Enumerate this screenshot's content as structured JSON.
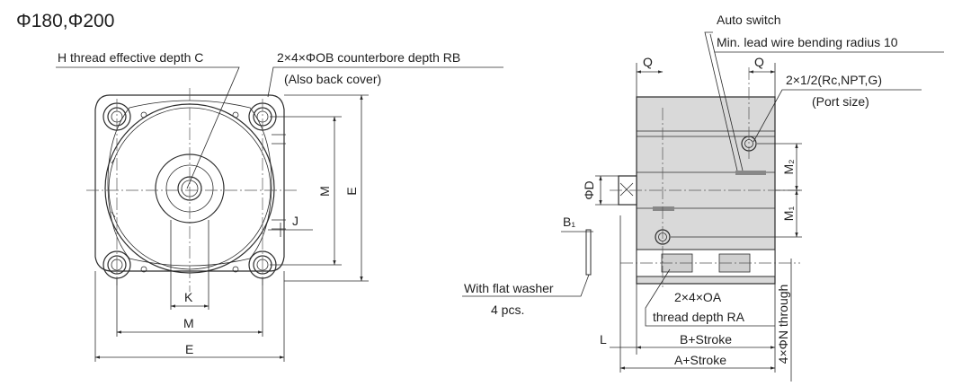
{
  "title": "Φ180,Φ200",
  "front_view": {
    "labels": {
      "h_thread": "H thread effective depth C",
      "counterbore": "2×4×ΦOB counterbore depth RB",
      "back_cover": "(Also back cover)",
      "dim_M_vertical": "M",
      "dim_E_vertical": "E",
      "dim_J": "J",
      "dim_K": "K",
      "dim_M_horizontal": "M",
      "dim_E_horizontal": "E"
    }
  },
  "side_view": {
    "labels": {
      "auto_switch": "Auto switch",
      "lead_wire": "Min. lead wire bending radius 10",
      "dim_Q_left": "Q",
      "dim_Q_right": "Q",
      "port": "2×1/2(Rc,NPT,G)",
      "port_size": "(Port size)",
      "dim_phiD": "ΦD",
      "dim_M2": "M₂",
      "dim_M1": "M₁",
      "dim_B1": "B₁",
      "flat_washer": "With flat washer",
      "washer_count": "4 pcs.",
      "thread_OA": "2×4×OA",
      "thread_depth": "thread depth RA",
      "dim_L": "L",
      "b_stroke": "B+Stroke",
      "a_stroke": "A+Stroke",
      "n_through": "4×ΦN through"
    }
  },
  "colors": {
    "line": "#2b2b2b",
    "body_fill": "#d9d9d9",
    "background": "#ffffff"
  }
}
